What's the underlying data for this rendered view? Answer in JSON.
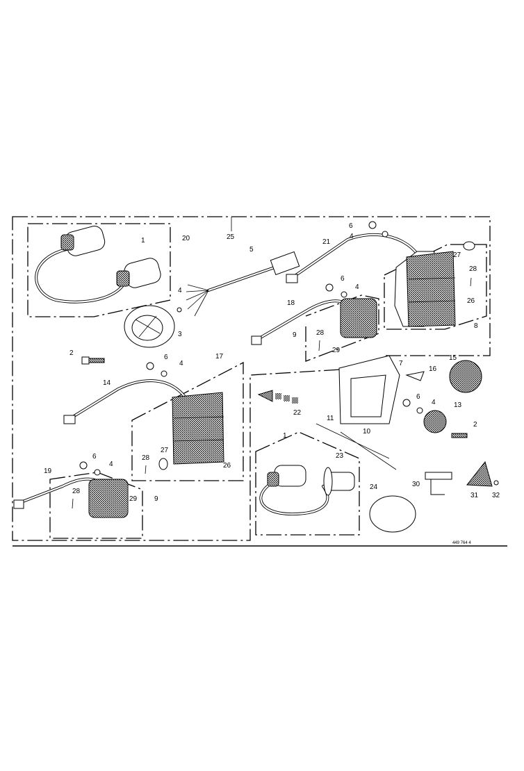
{
  "drawing_number": "449 764 4",
  "callouts": [
    "20",
    "25",
    "1",
    "4",
    "3",
    "2",
    "5",
    "21",
    "6",
    "4",
    "27",
    "28",
    "26",
    "8",
    "18",
    "6",
    "4",
    "9",
    "28",
    "29",
    "17",
    "6",
    "4",
    "14",
    "7",
    "16",
    "15",
    "6",
    "4",
    "13",
    "2",
    "22",
    "11",
    "10",
    "1",
    "23",
    "27",
    "28",
    "26",
    "19",
    "6",
    "4",
    "28",
    "29",
    "9",
    "24",
    "30",
    "31",
    "32"
  ]
}
